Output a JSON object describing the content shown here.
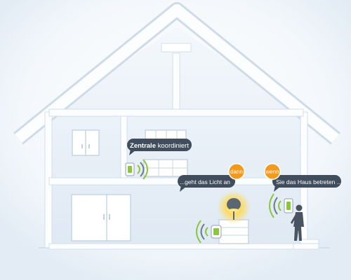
{
  "callouts": {
    "zentrale_bold": "Zentrale",
    "zentrale_rest": " koordiniert",
    "licht": "...geht das Licht an",
    "haus": "Sie das Haus betreten ..."
  },
  "badges": {
    "dann": "dann",
    "wenn": "wenn"
  },
  "colors": {
    "background": "#ffffff",
    "house_wall": "#eef4fa",
    "house_outline": "#cfdbe8",
    "interior": "#d9e6f2",
    "callout_bg": "#3f4d5c",
    "badge_orange": "#f39a1e",
    "device_green": "#8cc63f",
    "lamp_glow": "#ffd84a"
  }
}
